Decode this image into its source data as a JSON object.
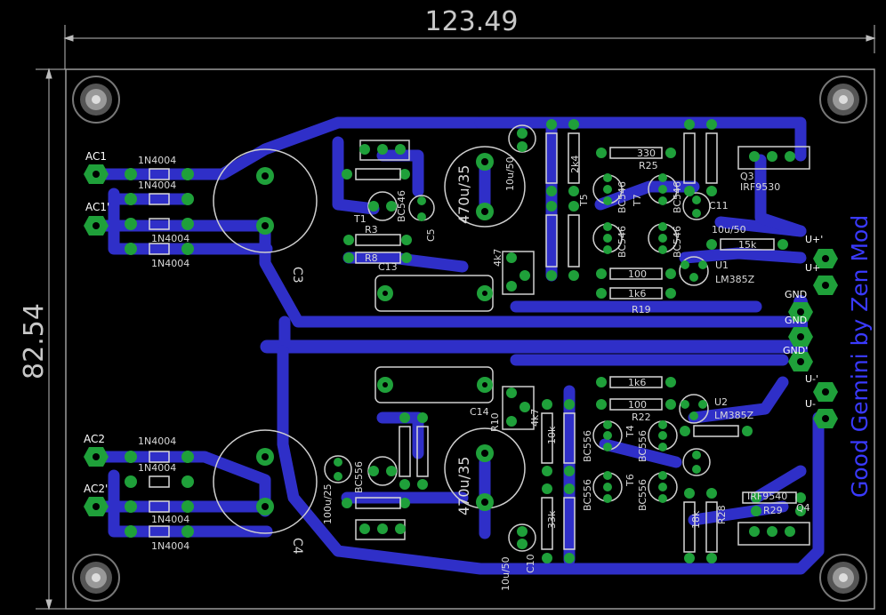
{
  "dimensions": {
    "width_label": "123.49",
    "height_label": "82.54"
  },
  "title_text": "Good Gemini by Zen Mod",
  "colors": {
    "background": "#000000",
    "trace": "#2f2fc8",
    "pad": "#1fa03a",
    "silk": "#d0d0d0",
    "title": "#3a3aff"
  },
  "connectors": {
    "ac1": "AC1",
    "ac1p": "AC1'",
    "ac2": "AC2",
    "ac2p": "AC2'",
    "vplus": "U+'",
    "vplus2": "U+",
    "gnd": "GND",
    "gnd2": "GND",
    "gnd3": "GND'",
    "vminus": "U-'",
    "vminus2": "U-"
  },
  "diodes": {
    "top": [
      "1N4004",
      "1N4004",
      "1N4004",
      "1N4004"
    ],
    "bottom": [
      "1N4004",
      "1N4004",
      "1N4004",
      "1N4004"
    ]
  },
  "caps": {
    "c3": "C3",
    "c4": "C4",
    "main1": "470u/35",
    "main2": "470u/35",
    "c13": "C13",
    "c14": "C14",
    "c10": "C10",
    "c11": "C11",
    "c5": "C5",
    "c10u50a": "10u/50",
    "c10u50b": "10u/50",
    "c10u50c": "10u/50",
    "c100u25": "100u/25"
  },
  "semis": {
    "q3": "Q3",
    "irf9530": "IRF9530",
    "q4": "Q4",
    "irf9540": "IRF9540",
    "u1": "U1",
    "lm385a": "LM385Z",
    "u2": "U2",
    "lm385b": "LM385Z",
    "t1": "T1",
    "bc546a": "BC546",
    "bc546b": "BC546",
    "bc546c": "BC546",
    "bc546d": "BC546",
    "bc546e": "BC546",
    "bc556a": "BC556",
    "bc556b": "BC556",
    "bc556c": "BC556",
    "bc556d": "BC556",
    "bc556e": "BC556",
    "t4": "T4",
    "t5": "T5",
    "t6": "T6",
    "t7": "T7"
  },
  "resistors": {
    "r3": "R3",
    "r8": "R8",
    "r25": "R25",
    "r19": "R19",
    "r22": "R22",
    "r28": "R28",
    "r29": "R29",
    "r10": "R10",
    "v330": "330",
    "v4k7a": "4k7",
    "v4k7b": "4k7",
    "v1k6a": "1k6",
    "v1k6b": "1k6",
    "v100a": "100",
    "v100b": "100",
    "v10k": "10k",
    "v15k": "15k",
    "v2k4": "2k4",
    "v33k": "33k",
    "v18k": "18k"
  }
}
